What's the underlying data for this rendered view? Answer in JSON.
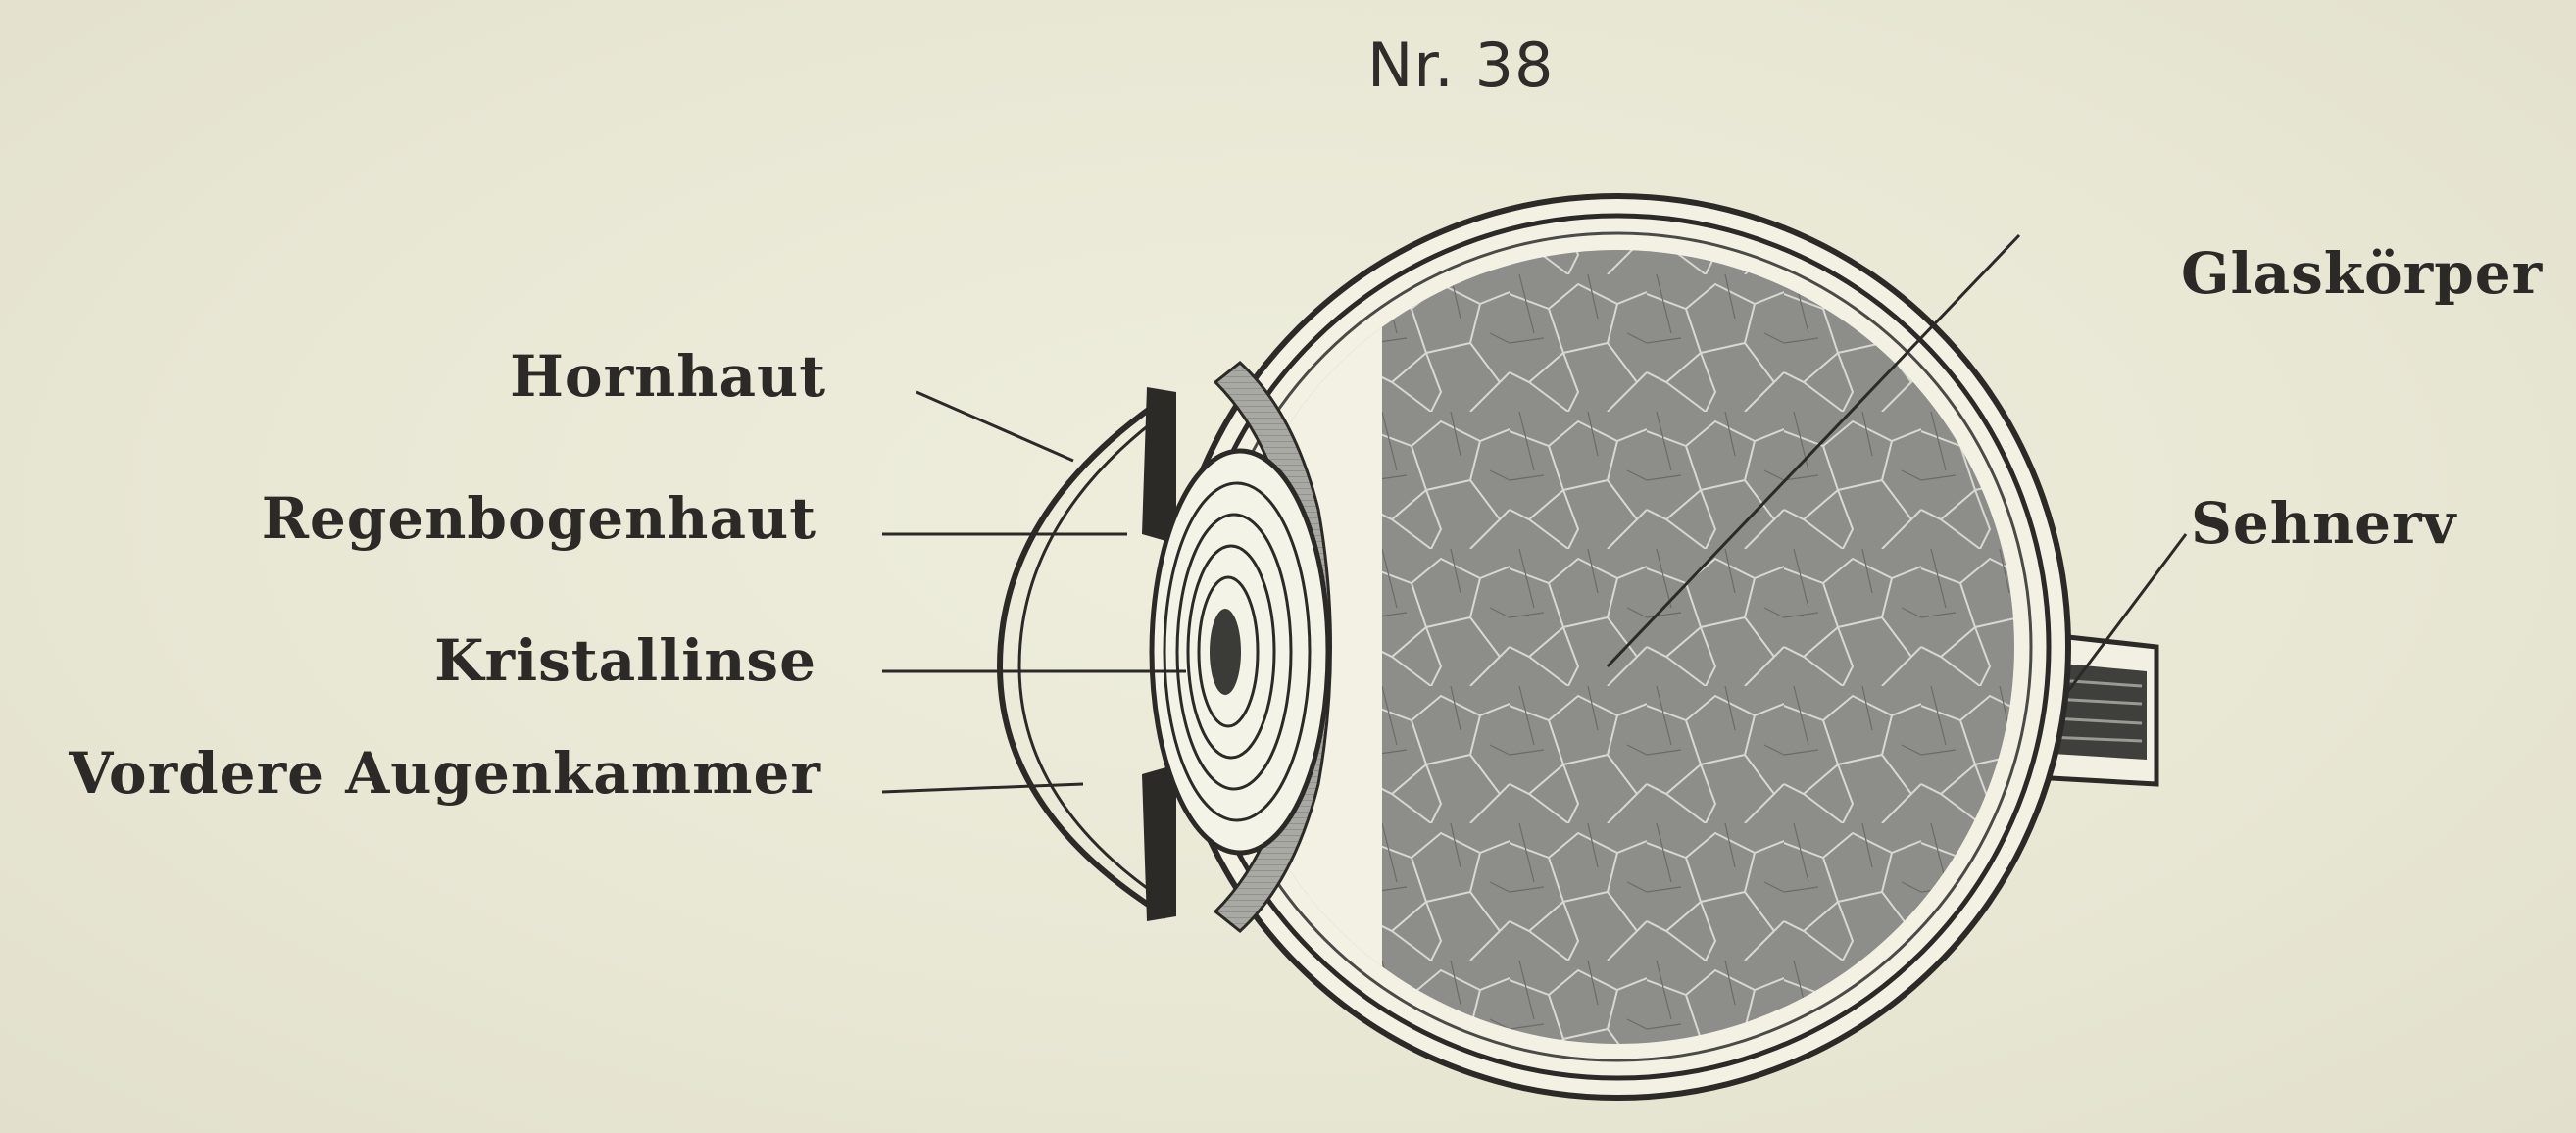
{
  "figure": {
    "number": "Nr. 38"
  },
  "labels": {
    "hornhaut": "Hornhaut",
    "regenbogenhaut": "Regenbogenhaut",
    "kristalllinse": "Kristallinse",
    "vordere_augenkammer": "Vordere Augenkammer",
    "glaskoerper": "Glaskörper",
    "sehnerv": "Sehnerv"
  },
  "colors": {
    "background": "#e9e8d6",
    "ink": "#2b2a27",
    "vitreous": "#8f8f8c"
  }
}
